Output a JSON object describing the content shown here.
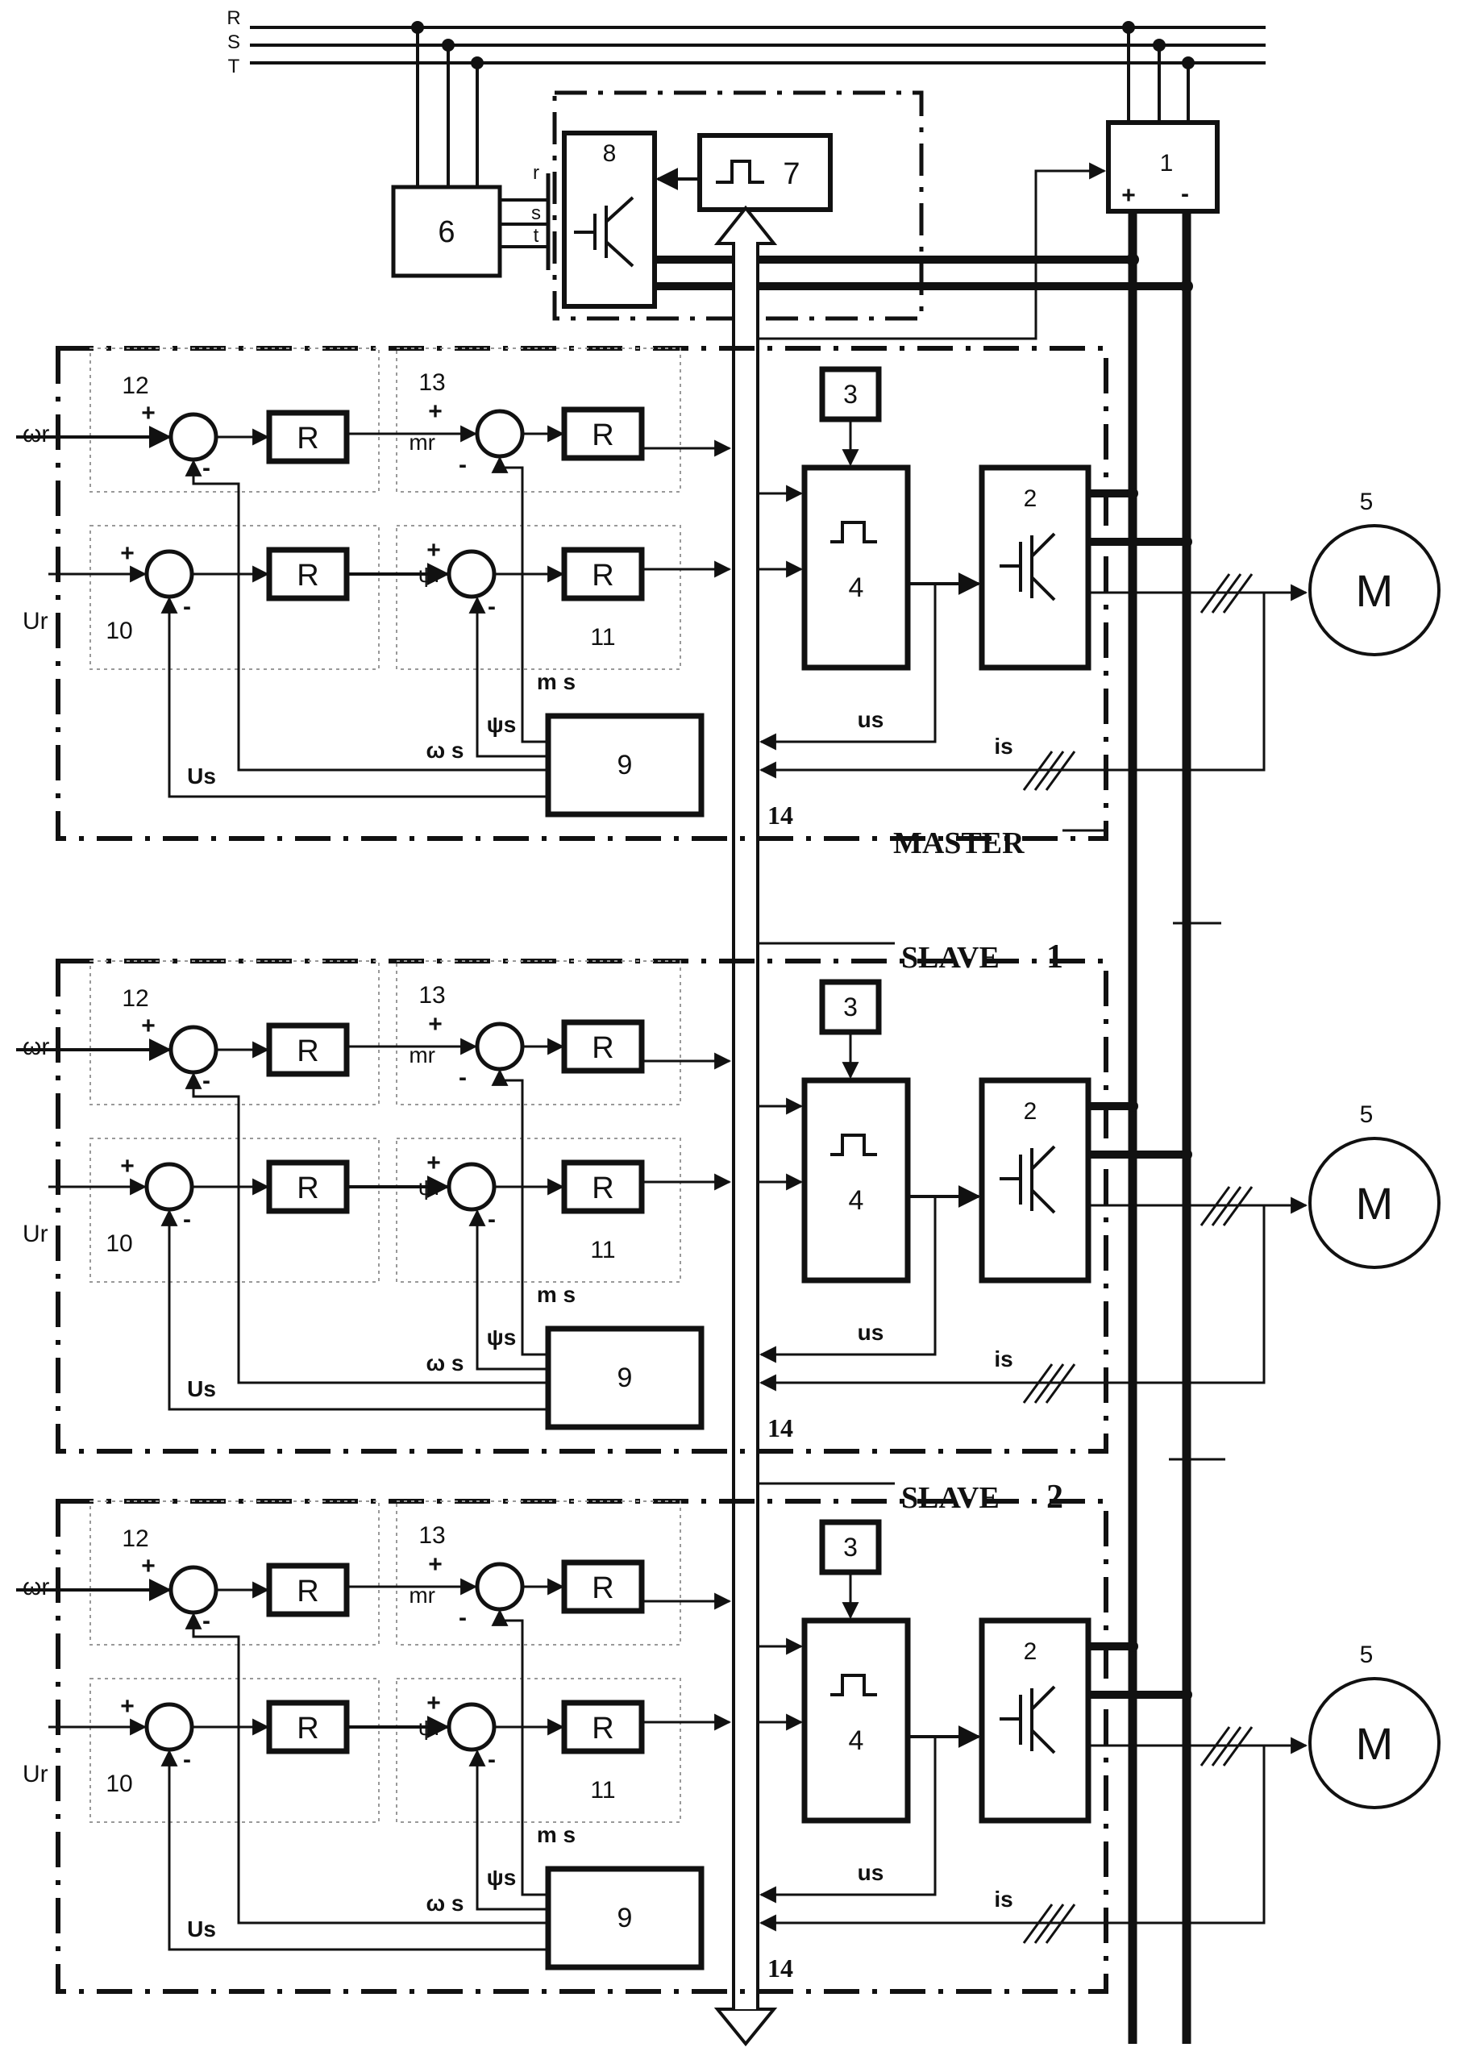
{
  "phases": [
    "R",
    "S",
    "T"
  ],
  "rectifier": {
    "id": "1",
    "plus": "+",
    "minus": "-"
  },
  "motor": {
    "id": "5",
    "label": "M"
  },
  "source3": "3",
  "modulator4": "4",
  "inverter2": "2",
  "block6": "6",
  "block7": "7",
  "block8": {
    "id": "8",
    "r": "r",
    "s": "s",
    "t": "t"
  },
  "observer9": "9",
  "ctrl": {
    "n10": "10",
    "n11": "11",
    "n12": "12",
    "n13": "13",
    "reg": "R",
    "plus": "+",
    "minus": "-",
    "omega_r": "ωr",
    "U_r": "Ur",
    "m_r": "mr",
    "psi_r": "ψr",
    "m_s": "m s",
    "psi_s": "ψs",
    "omega_s": "ω s",
    "U_s": "Us",
    "u_s": "us",
    "i_s": "is"
  },
  "bus": "14",
  "units": [
    {
      "title": "MASTER",
      "num": ""
    },
    {
      "title": "SLAVE",
      "num": "1"
    },
    {
      "title": "SLAVE",
      "num": "2"
    }
  ]
}
